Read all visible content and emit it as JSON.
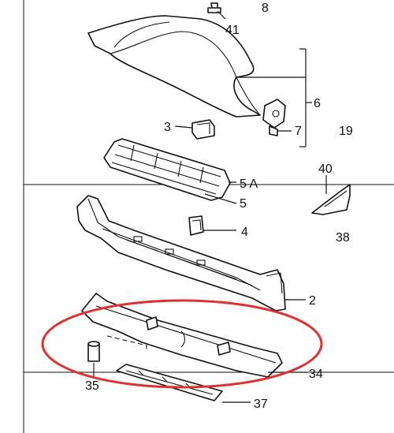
{
  "colors": {
    "ink": "#111111",
    "highlight": "#e03131",
    "background": "#ffffff"
  },
  "labels": {
    "p8": "8",
    "p41": "41",
    "p6": "6",
    "p3": "3",
    "p7": "7",
    "p19": "19",
    "p40": "40",
    "p5a": "5 A",
    "p5": "5",
    "p4": "4",
    "p38": "38",
    "p2": "2",
    "p34": "34",
    "p35": "35",
    "p37": "37"
  }
}
